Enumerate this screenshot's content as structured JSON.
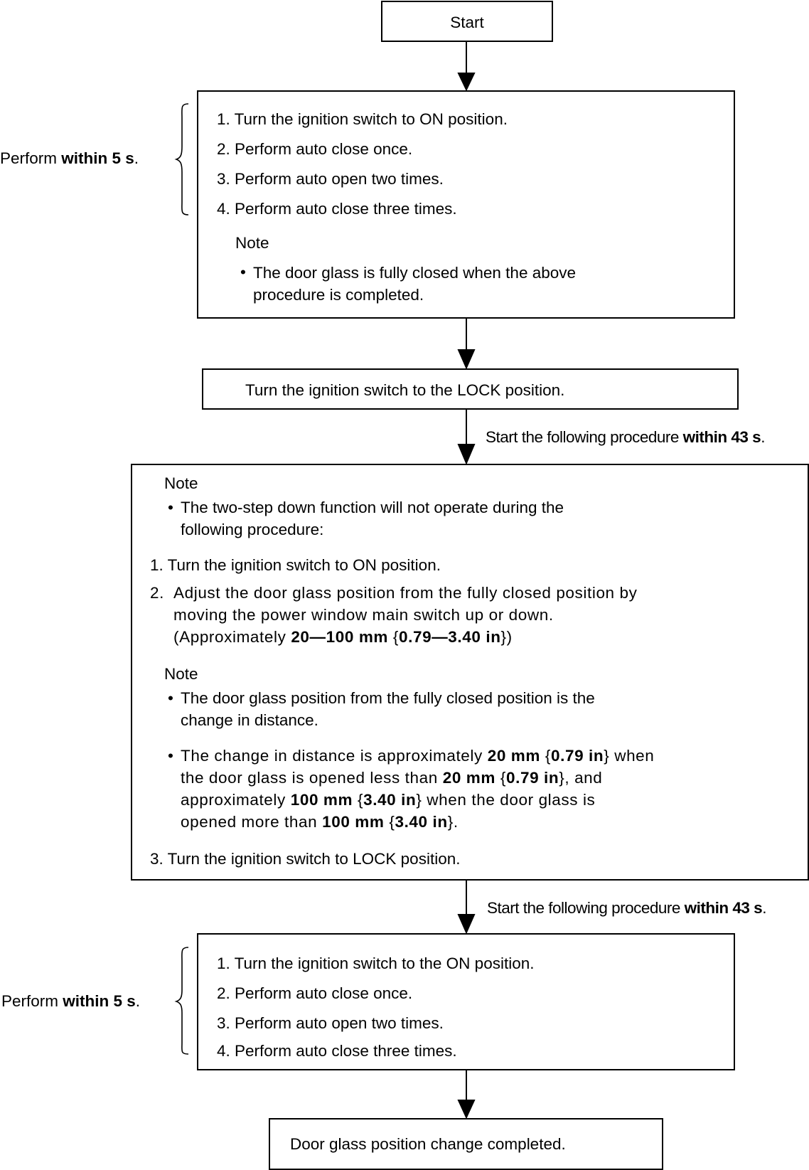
{
  "start": "Start",
  "block1": {
    "side_label": {
      "pre": "Perform ",
      "bold": "within 5 s",
      "post": "."
    },
    "steps": [
      "1.  Turn the ignition switch to ON position.",
      "2.  Perform auto close once.",
      "3.  Perform auto open two times.",
      "4.  Perform auto close three times."
    ],
    "note_title": "Note",
    "note_bullet": "•",
    "note_lines": [
      "The door glass is fully closed when the above",
      "procedure is completed."
    ]
  },
  "lock_step": "Turn the ignition switch to the LOCK position.",
  "arrow_label_1": {
    "pre": "Start the following procedure ",
    "bold": "within 43 s",
    "post": "."
  },
  "block2": {
    "note1_title": "Note",
    "note1_lines": [
      "The two-step down function will not operate during the",
      "following procedure:"
    ],
    "step1": "1.  Turn the ignition switch to ON position.",
    "step2_num": "2.",
    "step2_lines": [
      "Adjust the door glass position from the fully closed position by",
      "moving the power window main switch up or down."
    ],
    "step2_line3": {
      "pre": "(Approximately ",
      "b1": "20—100 mm",
      "mid": " {",
      "b2": "0.79—3.40 in",
      "post": "})"
    },
    "note2_title": "Note",
    "note2_bullet1_lines": [
      "The door glass position from the fully closed position is the",
      "change in distance."
    ],
    "note2_bullet2": {
      "l1_pre": "The change in distance is approximately ",
      "l1_b1": "20 mm",
      "l1_mid": " {",
      "l1_b2": "0.79 in",
      "l1_post": "} when",
      "l2_pre": "the door glass is opened less than ",
      "l2_b1": "20 mm",
      "l2_mid": " {",
      "l2_b2": "0.79 in",
      "l2_post": "}, and",
      "l3_pre": "approximately ",
      "l3_b1": "100 mm",
      "l3_mid": " {",
      "l3_b2": "3.40 in",
      "l3_post": "} when the door glass is",
      "l4_pre": "opened more than ",
      "l4_b1": "100 mm",
      "l4_mid": " {",
      "l4_b2": "3.40 in",
      "l4_post": "}."
    },
    "step3": "3.  Turn the ignition switch to LOCK position."
  },
  "arrow_label_2": {
    "pre": "Start the following procedure ",
    "bold": "within 43 s",
    "post": "."
  },
  "block3": {
    "side_label": {
      "pre": "Perform ",
      "bold": "within 5 s",
      "post": "."
    },
    "steps": [
      "1.  Turn the ignition switch to the ON position.",
      "2.  Perform auto close once.",
      "3.  Perform auto open two times.",
      "4.  Perform auto close three times."
    ]
  },
  "end": "Door glass position change completed."
}
